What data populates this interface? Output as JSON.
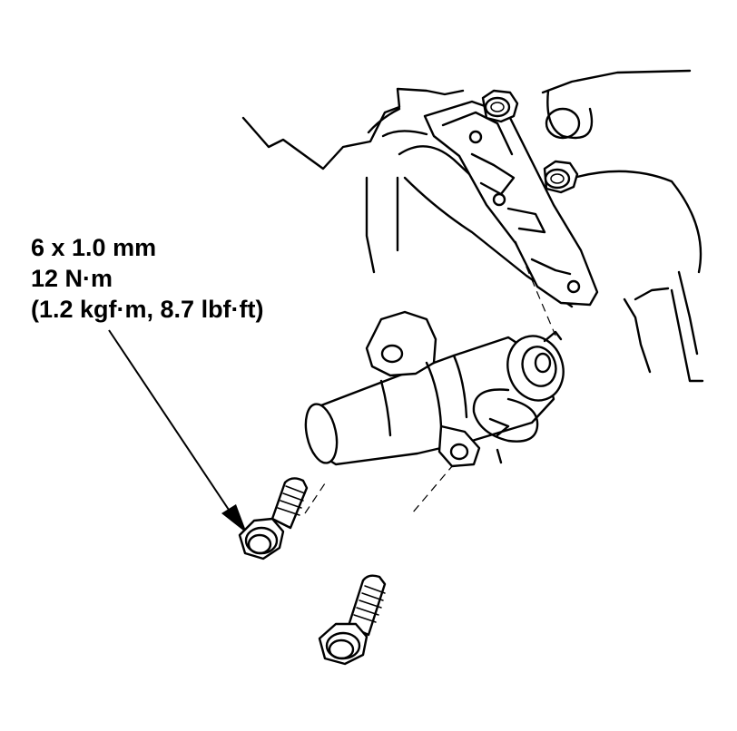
{
  "callout": {
    "line1": "6 x 1.0 mm",
    "line2": "12 N·m",
    "line3": "(1.2 kgf·m, 8.7 lbf·ft)"
  },
  "colors": {
    "ink": "#000000",
    "paper": "#ffffff"
  }
}
